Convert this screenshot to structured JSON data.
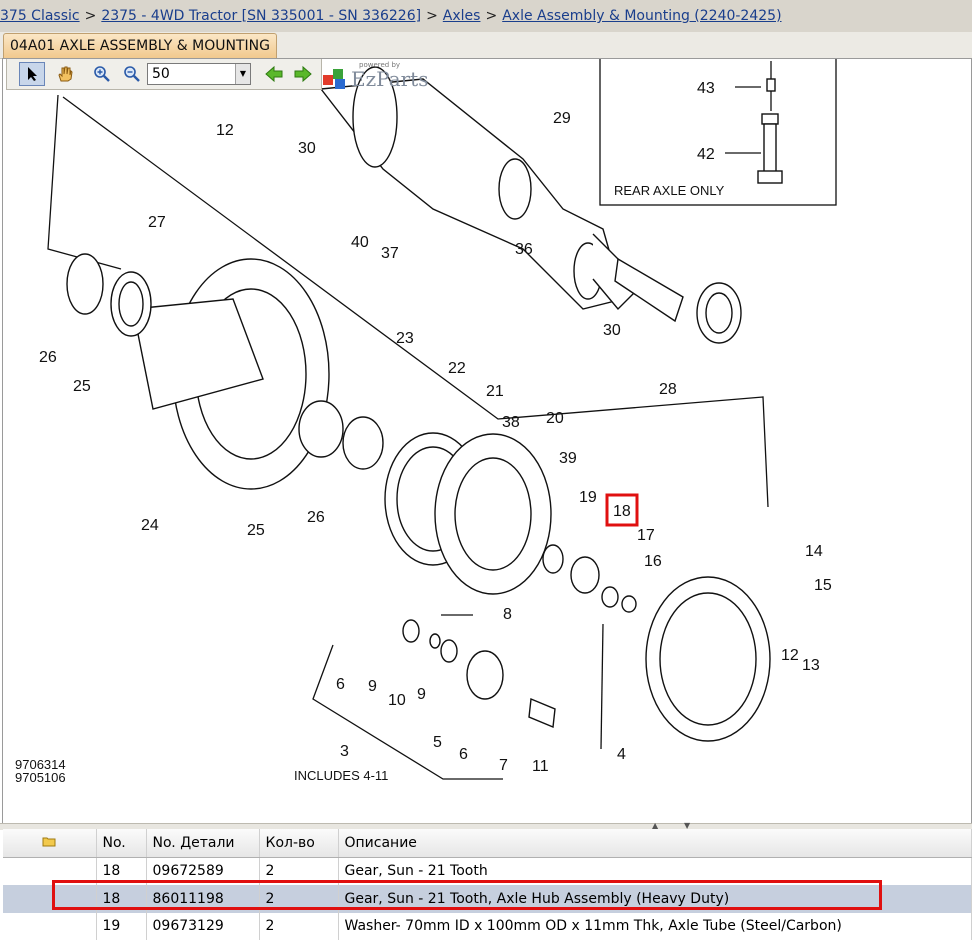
{
  "breadcrumb": {
    "items": [
      "375 Classic",
      "2375 - 4WD Tractor [SN 335001 - SN 336226]",
      "Axles",
      "Axle Assembly & Mounting (2240-2425)"
    ],
    "separator": ">"
  },
  "tab": {
    "label": "04A01 AXLE ASSEMBLY & MOUNTING"
  },
  "toolbar": {
    "zoom_value": "50"
  },
  "branding": {
    "powered_by": "powered by",
    "logo": "EzParts"
  },
  "diagram": {
    "callouts": [
      "43",
      "42",
      "29",
      "30",
      "12",
      "40",
      "36",
      "37",
      "27",
      "30",
      "26",
      "25",
      "28",
      "23",
      "22",
      "21",
      "38",
      "20",
      "39",
      "19",
      "18",
      "17",
      "16",
      "14",
      "15",
      "24",
      "25",
      "26",
      "8",
      "6",
      "9",
      "10",
      "9",
      "5",
      "6",
      "7",
      "11",
      "3",
      "4",
      "12",
      "13"
    ],
    "inset_caption": "REAR AXLE ONLY",
    "includes_note": "INCLUDES 4-11",
    "drawing_ids": [
      "9706314",
      "9705106"
    ],
    "highlighted_callout": "18"
  },
  "grid": {
    "columns": [
      "No.",
      "No. Детали",
      "Кол-во",
      "Описание"
    ],
    "rows": [
      {
        "no": "18",
        "part": "09672589",
        "qty": "2",
        "desc": "Gear, Sun - 21 Tooth"
      },
      {
        "no": "18",
        "part": "86011198",
        "qty": "2",
        "desc": "Gear, Sun - 21 Tooth, Axle Hub Assembly (Heavy Duty)"
      },
      {
        "no": "19",
        "part": "09673129",
        "qty": "2",
        "desc": "Washer- 70mm ID x 100mm OD x 11mm Thk, Axle Tube (Steel/Carbon)"
      }
    ]
  },
  "colors": {
    "highlight": "#e01010",
    "selected_row": "#c6cfde",
    "link": "#1a3e8c"
  }
}
